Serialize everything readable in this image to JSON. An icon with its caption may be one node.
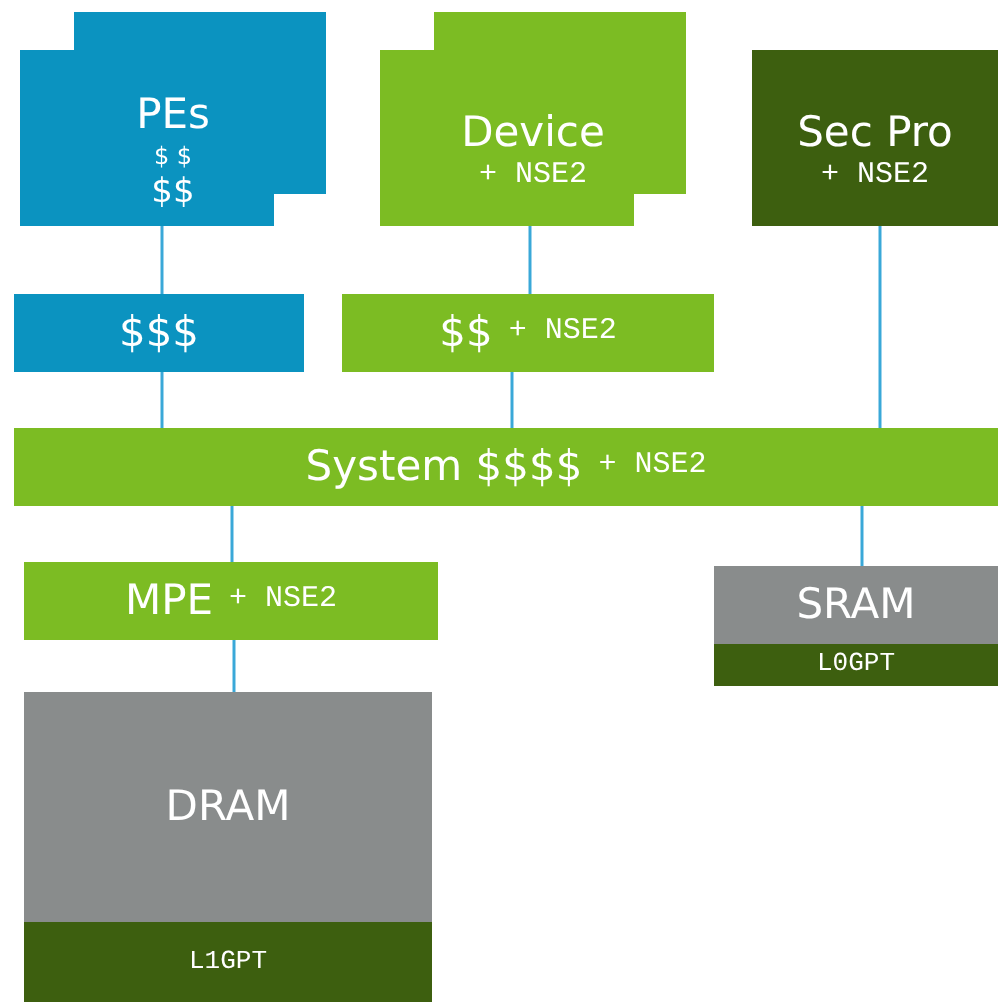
{
  "diagram": {
    "nodes": [
      {
        "text": [
          "PEs",
          "$ $",
          "$$"
        ]
      },
      {
        "text": [
          "Device",
          "+ NSE2"
        ]
      },
      {
        "text": [
          "Sec Pro",
          "+ NSE2"
        ]
      },
      {
        "text": [
          "$$$"
        ]
      },
      {
        "text": [
          "$$",
          "+ NSE2"
        ]
      },
      {
        "text": [
          "System $$$$",
          "+ NSE2"
        ]
      },
      {
        "text": [
          "MPE",
          "+ NSE2"
        ]
      },
      {
        "text": [
          "SRAM"
        ]
      },
      {
        "text": [
          "L0GPT"
        ],
        "in": 7
      },
      {
        "text": [
          "DRAM"
        ]
      },
      {
        "text": [
          "L1GPT"
        ],
        "in": 9
      }
    ],
    "edges": [
      {
        "from": 0,
        "to": 3,
        "arrow": "none"
      },
      {
        "from": 1,
        "to": 4,
        "arrow": "none"
      },
      {
        "from": 2,
        "to": 5,
        "arrow": "none"
      },
      {
        "from": 3,
        "to": 5,
        "arrow": "none"
      },
      {
        "from": 4,
        "to": 5,
        "arrow": "none"
      },
      {
        "from": 5,
        "to": 6,
        "arrow": "none"
      },
      {
        "from": 5,
        "to": 7,
        "arrow": "none"
      },
      {
        "from": 6,
        "to": 9,
        "arrow": "none"
      }
    ]
  }
}
